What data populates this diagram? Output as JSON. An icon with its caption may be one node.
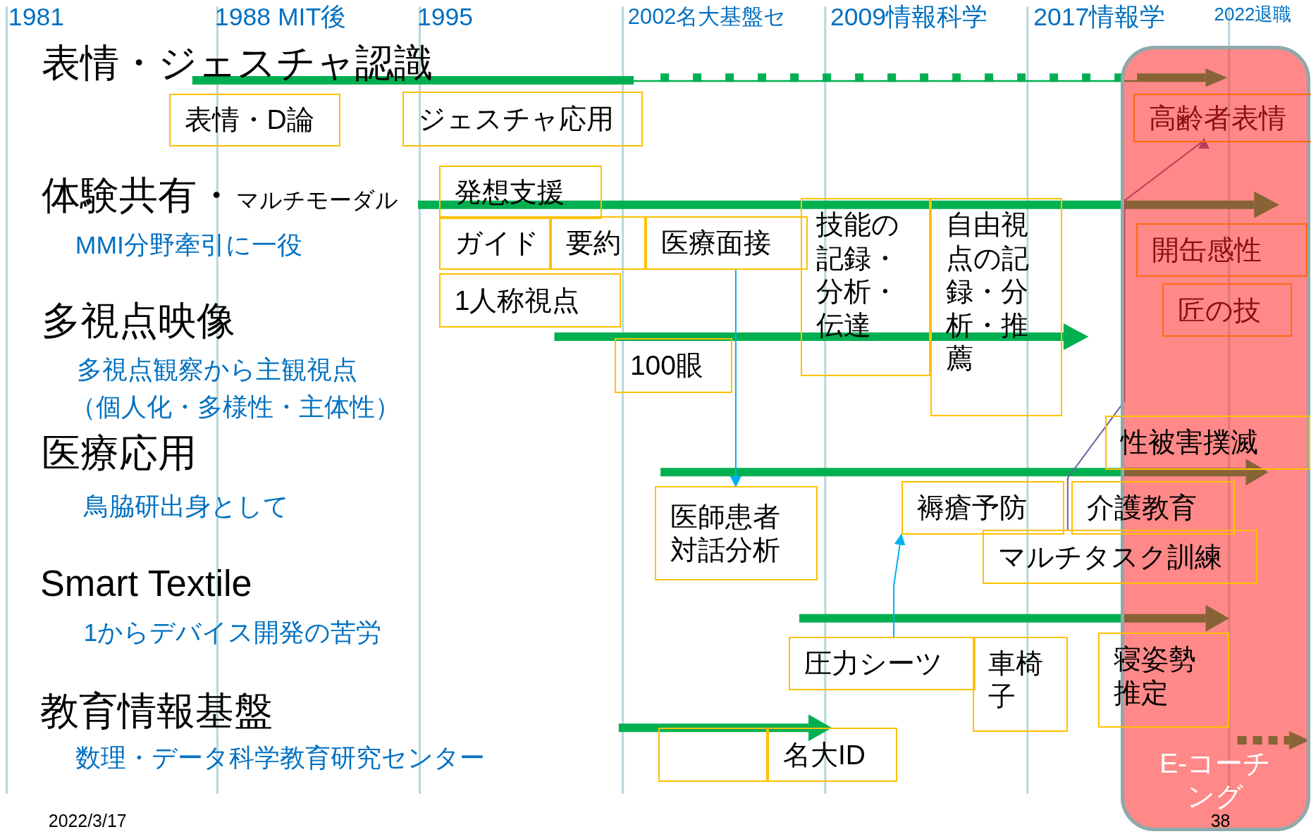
{
  "diagram": {
    "nodes": [
      {
        "text": [
          "表情・D論"
        ]
      },
      {
        "text": [
          "ジェスチャ応用"
        ]
      },
      {
        "text": [
          "E-コーチング"
        ]
      },
      {
        "text": [
          "高齢者表情"
        ],
        "in": 2
      },
      {
        "text": [
          "発想支援"
        ]
      },
      {
        "text": [
          "ガイド"
        ]
      },
      {
        "text": [
          "要約"
        ]
      },
      {
        "text": [
          "医療面接"
        ]
      },
      {
        "text": [
          "技能の記録・分析・伝達"
        ]
      },
      {
        "text": [
          "自由視点の記録・分析・推薦"
        ]
      },
      {
        "text": [
          "開缶感性"
        ],
        "in": 2
      },
      {
        "text": [
          "1人称視点"
        ]
      },
      {
        "text": [
          "匠の技"
        ],
        "in": 2
      },
      {
        "text": [
          "100眼"
        ]
      },
      {
        "text": [
          "性被害撲滅"
        ]
      },
      {
        "text": [
          "医師患者対話分析"
        ]
      },
      {
        "text": [
          "褥瘡予防"
        ]
      },
      {
        "text": [
          "介護教育"
        ]
      },
      {
        "text": [
          "マルチタスク訓練"
        ]
      },
      {
        "text": [
          "圧力シーツ"
        ]
      },
      {
        "text": [
          "車椅子"
        ]
      },
      {
        "text": [
          "寝姿勢推定"
        ]
      },
      {
        "text": [],
        "shape": "box"
      },
      {
        "text": [
          "名大ID"
        ]
      }
    ],
    "edges": [
      {
        "from": 7,
        "to": 15,
        "arrow": "to"
      },
      {
        "from": 19,
        "to": 16,
        "arrow": "to"
      },
      {
        "from": 18,
        "to": 3,
        "arrow": "to",
        "color": "#6b5fa0"
      }
    ],
    "labels": [
      "1981",
      "1988 MIT後",
      "1995",
      "2002名大基盤セ",
      "2009情報科学",
      "2017情報学",
      "2022退職",
      "表情・ジェスチャ認識",
      "体験共有・",
      "マルチモーダル",
      "MMI分野牽引に一役",
      "多視点映像",
      "多視点観察から主観視点",
      "（個人化・多様性・主体性）",
      "医療応用",
      "鳥脇研出身として",
      "Smart Textile",
      "1からデバイス開発の苦労",
      "教育情報基盤",
      "数理・データ科学教育研究センター",
      "2022/3/17",
      "38"
    ]
  }
}
